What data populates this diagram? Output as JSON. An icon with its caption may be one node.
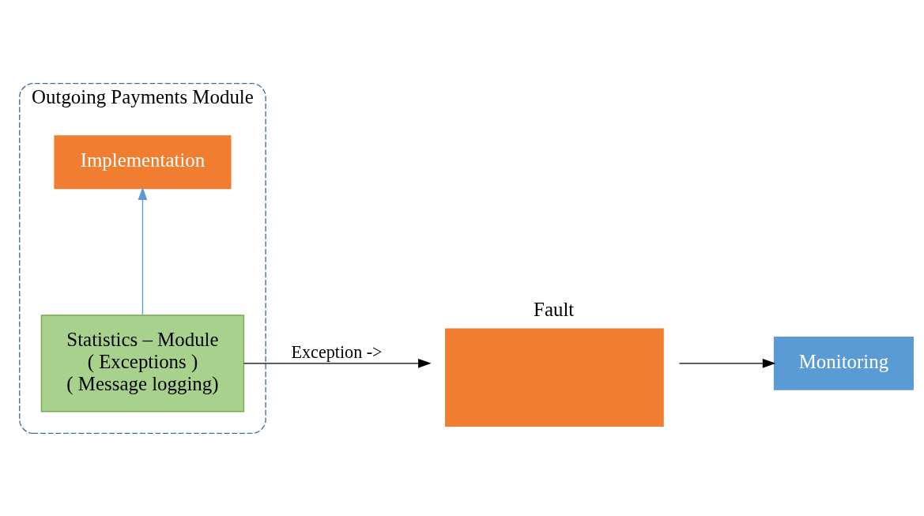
{
  "diagram": {
    "nodes": [
      {
        "text": [
          "Outgoing Payments Module"
        ]
      },
      {
        "text": [
          "Implementation"
        ],
        "in": 0
      },
      {
        "text": [
          "Statistics – Module",
          "( Exceptions )",
          "( Message logging)"
        ],
        "in": 0
      },
      {
        "text": [
          "Fault"
        ]
      },
      {
        "text": [
          "Monitoring"
        ]
      }
    ],
    "edges": [
      {
        "from": 2,
        "to": 1,
        "arrow": "to",
        "color": "#5b9bd5"
      },
      {
        "from": 2,
        "to": 3,
        "arrow": "to",
        "label": "Exception ->"
      },
      {
        "from": 3,
        "to": 4,
        "arrow": "to"
      }
    ]
  }
}
